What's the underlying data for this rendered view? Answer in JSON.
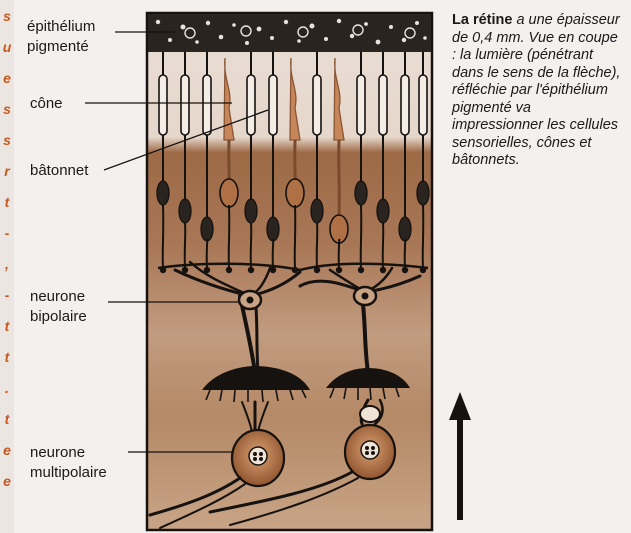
{
  "margin_text": [
    "s",
    "u",
    "e",
    "s",
    "s",
    "r",
    "t",
    "-",
    ",",
    "-",
    "t",
    "t",
    ".",
    "t",
    "e",
    "e"
  ],
  "labels": {
    "epithelium": "épithélium",
    "pigmented": "pigmenté",
    "cone": "cône",
    "rod": "bâtonnet",
    "bipolar_1": "neurone",
    "bipolar_2": "bipolaire",
    "multipolar_1": "neurone",
    "multipolar_2": "multipolaire"
  },
  "caption": {
    "title": "La rétine",
    "body": " a une épaisseur de 0,4 mm. Vue en coupe : la lumière (pénétrant dans le sens de la flèche), réfléchie par l'épithélium pigmenté va impressionner les cellules sensorielles, cônes et bâtonnets."
  },
  "colors": {
    "background": "#f3f0ee",
    "margin_text": "#c8581e",
    "tissue_dark": "#7a4a2c",
    "tissue_light": "#c9a385",
    "ink": "#161210"
  },
  "icons": [
    "light-direction-arrow-icon"
  ]
}
